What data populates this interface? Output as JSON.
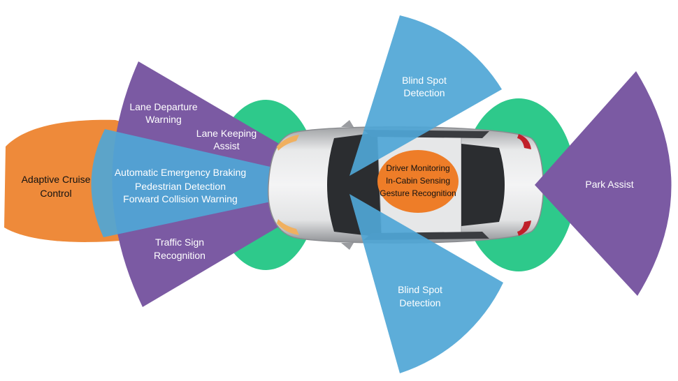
{
  "labels": {
    "adaptive_cruise_1": "Adaptive Cruise",
    "adaptive_cruise_2": "Control",
    "lane_departure_1": "Lane Departure",
    "lane_departure_2": "Warning",
    "lane_keeping_1": "Lane Keeping",
    "lane_keeping_2": "Assist",
    "aeb": "Automatic Emergency Braking",
    "pedestrian": "Pedestrian Detection",
    "fcw": "Forward Collision Warning",
    "traffic_sign_1": "Traffic Sign",
    "traffic_sign_2": "Recognition",
    "blind_spot_top_1": "Blind Spot",
    "blind_spot_top_2": "Detection",
    "blind_spot_bottom_1": "Blind Spot",
    "blind_spot_bottom_2": "Detection",
    "park_assist": "Park Assist",
    "cabin_1": "Driver Monitoring",
    "cabin_2": "In-Cabin Sensing",
    "cabin_3": "Gesture Recognition"
  },
  "colors": {
    "orange": "#ee8a3a",
    "purple": "#7b5aa3",
    "blue": "#4fa6d6",
    "green": "#2ec98b",
    "car_body": "#c8c9cb",
    "glass": "#2b2d30",
    "cabin_oval": "#ee7d28"
  }
}
